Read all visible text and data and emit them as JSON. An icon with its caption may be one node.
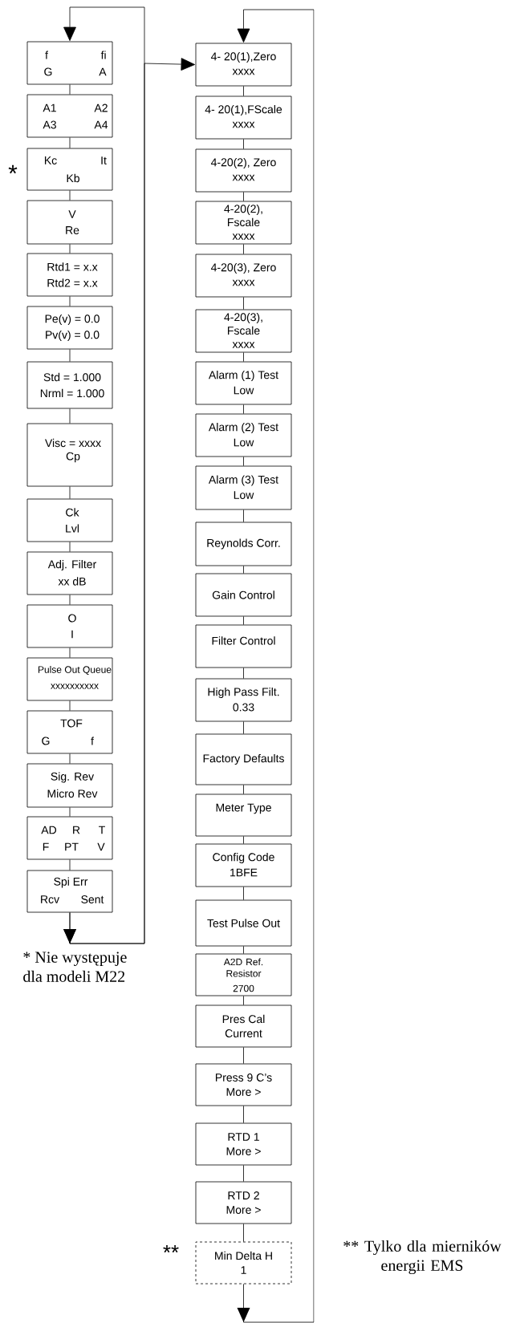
{
  "diagram": {
    "nodes": [
      {
        "text": [
          "f",
          "fi",
          "G",
          "A"
        ]
      },
      {
        "text": [
          "A1",
          "A2",
          "A3",
          "A4"
        ]
      },
      {
        "text": [
          "Kc",
          "It",
          "Kb"
        ],
        "beside": [
          "*"
        ]
      },
      {
        "text": [
          "V",
          "Re"
        ]
      },
      {
        "text": [
          "Rtd1 = x.x",
          "Rtd2 = x.x"
        ]
      },
      {
        "text": [
          "Pe(v) = 0.0",
          "Pv(v) = 0.0"
        ]
      },
      {
        "text": [
          "Std = 1.000",
          "Nrml = 1.000"
        ]
      },
      {
        "text": [
          "Visc = xxxx",
          "Cp"
        ]
      },
      {
        "text": [
          "Ck",
          "Lvl"
        ]
      },
      {
        "text": [
          "Adj. Filter",
          "xx  dB"
        ]
      },
      {
        "text": [
          "O",
          "I"
        ]
      },
      {
        "text": [
          "Pulse Out Queue",
          "xxxxxxxxxx"
        ]
      },
      {
        "text": [
          "TOF",
          "G",
          "f"
        ]
      },
      {
        "text": [
          "Sig. Rev",
          "Micro Rev"
        ]
      },
      {
        "text": [
          "AD",
          "R",
          "T",
          "F",
          "PT",
          "V"
        ]
      },
      {
        "text": [
          "Spi Err",
          "Rcv",
          "Sent"
        ]
      },
      {
        "text": [
          "4- 20(1),Zero",
          "xxxx"
        ]
      },
      {
        "text": [
          "4- 20(1),FScale",
          "xxxx"
        ]
      },
      {
        "text": [
          "4-20(2), Zero",
          "xxxx"
        ]
      },
      {
        "text": [
          "4-20(2), Fscale",
          "xxxx"
        ]
      },
      {
        "text": [
          "4-20(3), Zero",
          "xxxx"
        ]
      },
      {
        "text": [
          "4-20(3), Fscale",
          "xxxx"
        ]
      },
      {
        "text": [
          "Alarm (1) Test",
          "Low"
        ]
      },
      {
        "text": [
          "Alarm (2) Test",
          "Low"
        ]
      },
      {
        "text": [
          "Alarm (3) Test",
          "Low"
        ]
      },
      {
        "text": [
          "Reynolds Corr."
        ]
      },
      {
        "text": [
          "Gain Control"
        ]
      },
      {
        "text": [
          "Filter Control"
        ]
      },
      {
        "text": [
          "High Pass Filt.",
          "0.33"
        ]
      },
      {
        "text": [
          "Factory Defaults"
        ]
      },
      {
        "text": [
          "Meter Type"
        ]
      },
      {
        "text": [
          "Config Code",
          "1BFE"
        ]
      },
      {
        "text": [
          "Test Pulse Out"
        ]
      },
      {
        "text": [
          "A2D Ref. Resistor",
          "2700"
        ]
      },
      {
        "text": [
          "Pres Cal",
          "Current"
        ]
      },
      {
        "text": [
          "Press 9 C’s",
          "More >"
        ]
      },
      {
        "text": [
          "RTD 1",
          "More >"
        ]
      },
      {
        "text": [
          "RTD 2",
          "More >"
        ]
      },
      {
        "text": [
          "Min Delta H",
          "1"
        ],
        "beside": [
          "**"
        ]
      }
    ],
    "edges": [
      {
        "from": 0,
        "to": 1,
        "arrow": "none"
      },
      {
        "from": 1,
        "to": 2,
        "arrow": "none"
      },
      {
        "from": 2,
        "to": 3,
        "arrow": "none"
      },
      {
        "from": 3,
        "to": 4,
        "arrow": "none"
      },
      {
        "from": 4,
        "to": 5,
        "arrow": "none"
      },
      {
        "from": 5,
        "to": 6,
        "arrow": "none"
      },
      {
        "from": 6,
        "to": 7,
        "arrow": "none"
      },
      {
        "from": 7,
        "to": 8,
        "arrow": "none"
      },
      {
        "from": 8,
        "to": 9,
        "arrow": "none"
      },
      {
        "from": 9,
        "to": 10,
        "arrow": "none"
      },
      {
        "from": 10,
        "to": 11,
        "arrow": "none"
      },
      {
        "from": 11,
        "to": 12,
        "arrow": "none"
      },
      {
        "from": 12,
        "to": 13,
        "arrow": "none"
      },
      {
        "from": 13,
        "to": 14,
        "arrow": "none"
      },
      {
        "from": 14,
        "to": 15,
        "arrow": "none"
      },
      {
        "from": 15,
        "to": 0,
        "arrow": "to"
      },
      {
        "from": 15,
        "to": 16,
        "arrow": "to"
      },
      {
        "from": 16,
        "to": 17,
        "arrow": "none"
      },
      {
        "from": 17,
        "to": 18,
        "arrow": "none"
      },
      {
        "from": 18,
        "to": 19,
        "arrow": "none"
      },
      {
        "from": 19,
        "to": 20,
        "arrow": "none"
      },
      {
        "from": 20,
        "to": 21,
        "arrow": "none"
      },
      {
        "from": 21,
        "to": 22,
        "arrow": "none"
      },
      {
        "from": 22,
        "to": 23,
        "arrow": "none"
      },
      {
        "from": 23,
        "to": 24,
        "arrow": "none"
      },
      {
        "from": 24,
        "to": 25,
        "arrow": "none"
      },
      {
        "from": 25,
        "to": 26,
        "arrow": "none"
      },
      {
        "from": 26,
        "to": 27,
        "arrow": "none"
      },
      {
        "from": 27,
        "to": 28,
        "arrow": "none"
      },
      {
        "from": 28,
        "to": 29,
        "arrow": "none"
      },
      {
        "from": 29,
        "to": 30,
        "arrow": "none"
      },
      {
        "from": 30,
        "to": 31,
        "arrow": "none"
      },
      {
        "from": 31,
        "to": 32,
        "arrow": "none"
      },
      {
        "from": 32,
        "to": 33,
        "arrow": "none"
      },
      {
        "from": 33,
        "to": 34,
        "arrow": "none"
      },
      {
        "from": 34,
        "to": 35,
        "arrow": "none"
      },
      {
        "from": 35,
        "to": 36,
        "arrow": "none"
      },
      {
        "from": 36,
        "to": 37,
        "arrow": "none"
      },
      {
        "from": 37,
        "to": 38,
        "arrow": "none"
      },
      {
        "from": 38,
        "to": 16,
        "arrow": "to"
      }
    ],
    "labels": [
      "* Nie występuje dla modeli M22",
      "** Tylko dla mierników energii EMS"
    ]
  }
}
